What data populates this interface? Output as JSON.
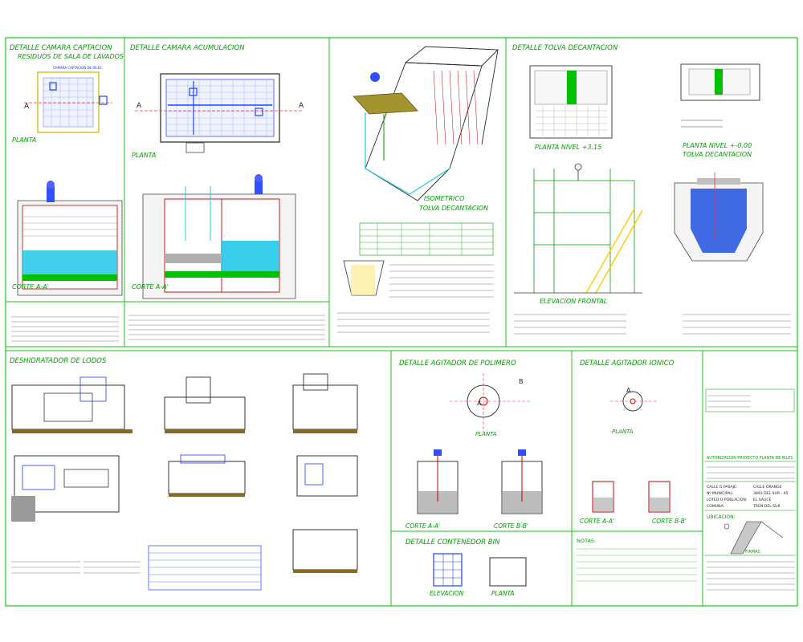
{
  "sections": {
    "camara_captacion": {
      "title1": "DETALLE CAMARA CAPTACION",
      "title2": "RESIDUOS DE SALA DE LAVADOS",
      "plan": "PLANTA",
      "cut": "CORTE A-A'",
      "note1": "CAMARA CAPTACION DE RILES",
      "marker": "A"
    },
    "camara_acumulacion": {
      "title": "DETALLE CAMARA ACUMULACION",
      "plan": "PLANTA",
      "cut": "CORTE A-A'",
      "marker": "A"
    },
    "tolva_isometrico": {
      "title1": "ISOMETRICO",
      "title2": "TOLVA DECANTACION"
    },
    "tolva_decantacion": {
      "title": "DETALLE TOLVA DECANTACION",
      "plan1": "PLANTA NIVEL +3.15",
      "plan2": "PLANTA NIVEL +-0.00",
      "plan2b": "TOLVA DECANTACION",
      "elev": "ELEVACION FRONTAL"
    },
    "deshidratador": {
      "title": "DESHIDRATADOR DE LODOS"
    },
    "agitador_polimero": {
      "title": "DETALLE AGITADOR DE POLIMERO",
      "plan": "PLANTA",
      "cutA": "CORTE A-A'",
      "cutB": "CORTE B-B'",
      "mA": "A",
      "mB": "B"
    },
    "agitador_ionico": {
      "title": "DETALLE AGITADOR IONICO",
      "plan": "PLANTA",
      "cutA": "CORTE A-A'",
      "cutB": "CORTE B-B'",
      "mA": "A"
    },
    "contenedor_bin": {
      "title": "DETALLE CONTENEDOR BIN",
      "elev": "ELEVACION",
      "plan": "PLANTA"
    },
    "notas": {
      "title": "NOTAS:"
    },
    "ubicacion": {
      "title": "UBICACION:",
      "firmas": "FIRMAS"
    },
    "title_block": {
      "header": "AUTORIZACION PROYECTO PLANTA DE RILES",
      "rows": [
        {
          "k": "CALLE O PASAJE:",
          "v": "CALLE ORANGE"
        },
        {
          "k": "Nº MUNICIPAL:",
          "v": "3893 DEL SUR - 45"
        },
        {
          "k": "LOTEO O POBLACION:",
          "v": "EL SAUCE"
        },
        {
          "k": "COMUNA:",
          "v": "TREN DEL SUR"
        }
      ]
    }
  }
}
